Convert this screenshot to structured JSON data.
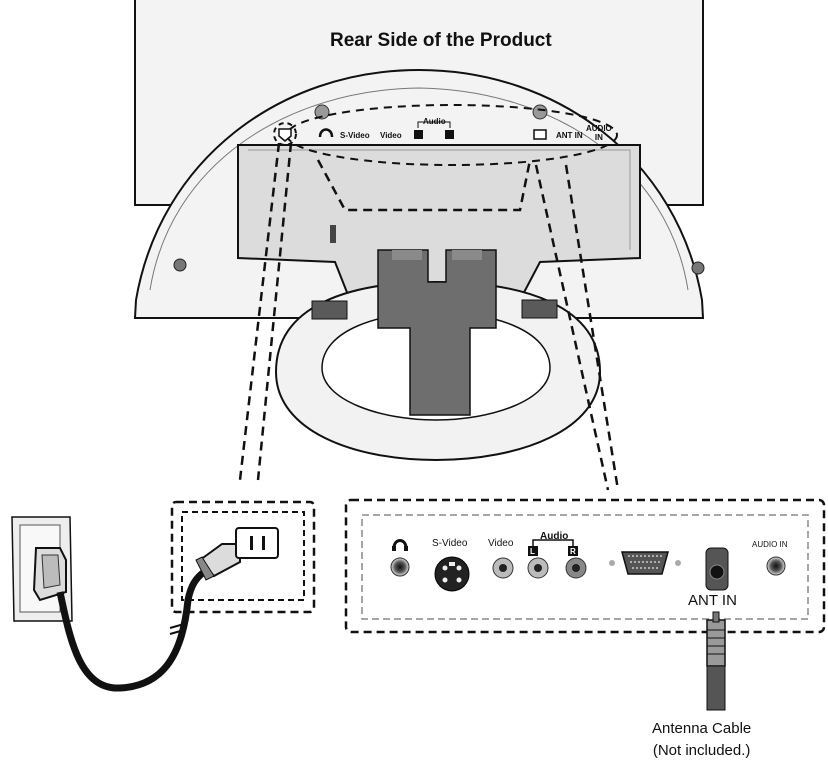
{
  "title": "Rear Side of the Product",
  "top_panel": {
    "svideo": "S-Video",
    "video": "Video",
    "audio": "Audio",
    "ant_in": "ANT IN",
    "audio_in_line1": "AUDIO",
    "audio_in_line2": "IN"
  },
  "zoom_panel": {
    "svideo": "S-Video",
    "video": "Video",
    "audio": "Audio",
    "audio_l": "L",
    "audio_r": "R",
    "ant_in": "ANT IN",
    "audio_in": "AUDIO IN"
  },
  "cable": {
    "line1": "Antenna Cable",
    "line2": "(Not included.)"
  },
  "icons": [
    "power-socket-icon",
    "headphone-icon",
    "svideo-port-icon",
    "rca-jack-icon",
    "d-sub-port-icon",
    "antenna-port-icon",
    "wall-outlet-icon",
    "power-plug-icon"
  ],
  "colors": {
    "line": "#111111",
    "monitor_fill": "#f3f3f3",
    "panel_fill": "#dcdcdc",
    "stand_fill": "#6e6e6e"
  }
}
